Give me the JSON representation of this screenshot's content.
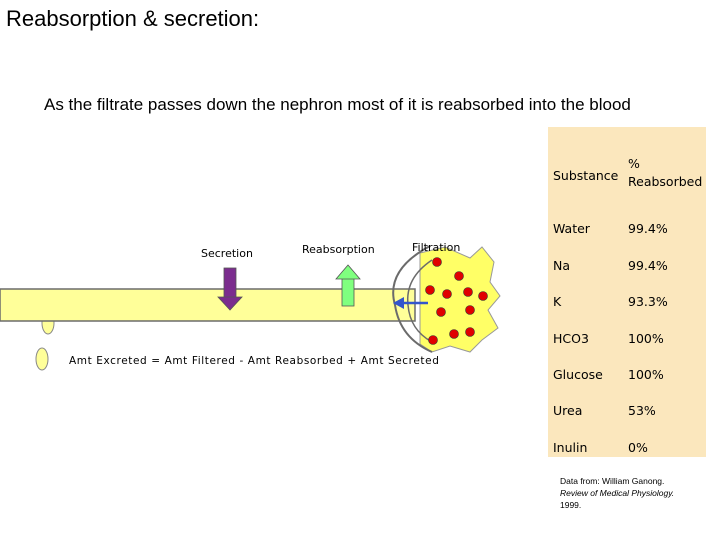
{
  "title": "Reabsorption & secretion:",
  "subtitle": "As the filtrate passes down the nephron most of it is reabsorbed into the blood",
  "diagram": {
    "secretion_label": "Secretion",
    "reabsorption_label": "Reabsorption",
    "filtration_label": "Filtration",
    "equation": "Amt Excreted = Amt Filtered - Amt Reabsorbed + Amt Secreted",
    "colors": {
      "tubule": "#ffff99",
      "glomerulus": "#ffff66",
      "dots": "#e00000",
      "secretion_arrow": "#7b2d8e",
      "reabsorption_arrow": "#7fff7f",
      "filtration_arrow": "#3355cc"
    }
  },
  "table": {
    "header_substance": "Substance",
    "header_pct_line1": "%",
    "header_pct_line2": "Reabsorbed",
    "rows": [
      {
        "substance": "Water",
        "pct": "99.4%"
      },
      {
        "substance": "Na",
        "pct": "99.4%"
      },
      {
        "substance": "K",
        "pct": "93.3%"
      },
      {
        "substance": "HCO3",
        "pct": "100%"
      },
      {
        "substance": "Glucose",
        "pct": "100%"
      },
      {
        "substance": "Urea",
        "pct": "53%"
      },
      {
        "substance": "Inulin",
        "pct": "0%"
      }
    ],
    "panel_color": "#fbe7bd"
  },
  "credit": {
    "line1": "Data from: William Ganong.",
    "line2": "Review of Medical Physiology.",
    "line3": "1999."
  }
}
